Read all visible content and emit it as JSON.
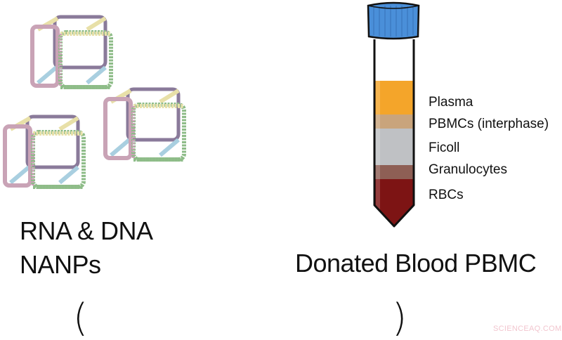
{
  "left_panel": {
    "title_line1": "RNA & DNA",
    "title_line2": "NANPs",
    "paren": "(",
    "icon": "nucleic-acid-cube-nanoparticles",
    "cube_colors": {
      "yellow": "#e8e0a8",
      "green": "#8ebc88",
      "pink": "#c9a3b6",
      "blue": "#a9cfe0",
      "purple": "#8a7a9a"
    }
  },
  "right_panel": {
    "title": "Donated Blood PBMC",
    "paren": ")",
    "icon": "centrifuge-tube",
    "cap_color": "#4a8fd9",
    "layers": [
      {
        "label": "Plasma",
        "color": "#f4a52a"
      },
      {
        "label": "PBMCs (interphase)",
        "color": "#c9a47c"
      },
      {
        "label": "Ficoll",
        "color": "#bfc1c4"
      },
      {
        "label": "Granulocytes",
        "color": "#8e5f55"
      },
      {
        "label": "RBCs",
        "color": "#7d1414"
      }
    ]
  },
  "watermark": "SCIENCEAQ.COM"
}
